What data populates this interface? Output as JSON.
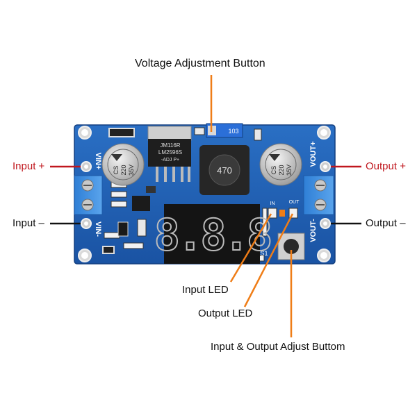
{
  "callouts": {
    "voltage_adjust": "Voltage Adjustment Button",
    "input_plus": "Input +",
    "input_minus": "Input –",
    "output_plus": "Output +",
    "output_minus": "Output –",
    "input_led": "Input LED",
    "output_led": "Output LED",
    "io_adjust": "Input & Output Adjust Buttom"
  },
  "board": {
    "vin_plus": "VIN+",
    "vin_minus": "VIN-",
    "vout_plus": "VOUT+",
    "vout_minus": "VOUT-",
    "ic_line1": "JM116R",
    "ic_line2": "LM2596S",
    "ic_line3": "-ADJ    P+",
    "inductor": "470",
    "cap_line1": "CS",
    "cap_line2": "220",
    "cap_line3": "35V",
    "pot_label": "103",
    "display": "8.8.8",
    "led_in": "IN",
    "led_out": "OUT",
    "switch_label": "S1"
  },
  "colors": {
    "pcb": "#1d5fb4",
    "accent_orange": "#ef7d17",
    "label_red": "#c0171e",
    "terminal_blue": "#3d8ce0"
  }
}
